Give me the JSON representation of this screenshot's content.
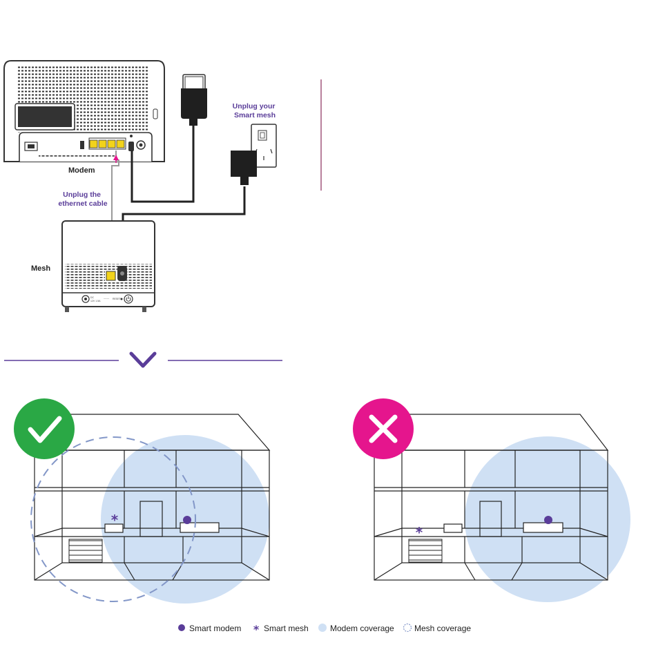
{
  "labels": {
    "modem": "Modem",
    "mesh": "Mesh",
    "unplug_ethernet": [
      "Unplug the",
      "ethernet cable"
    ],
    "unplug_mesh": [
      "Unplug your",
      "Smart mesh"
    ]
  },
  "panels": [
    {
      "status": "correct",
      "status_icon": "check-icon",
      "badge_color": "#2aa845",
      "mesh_coverage_shown": true
    },
    {
      "status": "incorrect",
      "status_icon": "cross-icon",
      "badge_color": "#e5158d",
      "mesh_coverage_shown": false
    }
  ],
  "legend": [
    {
      "symbol": "dot",
      "label": "Smart modem"
    },
    {
      "symbol": "asterisk",
      "label": "Smart mesh"
    },
    {
      "symbol": "filled-circle",
      "label": "Modem coverage"
    },
    {
      "symbol": "dashed-circle",
      "label": "Mesh coverage"
    }
  ],
  "colors": {
    "accent_purple": "#5a3d99",
    "coverage_fill": "#cfe0f4",
    "mesh_coverage_stroke": "#8397c8",
    "ethernet_pink": "#e5158d",
    "port_yellow": "#f2d31b",
    "correct_green": "#2aa845",
    "incorrect_magenta": "#e5158d",
    "house_line": "#222222"
  }
}
